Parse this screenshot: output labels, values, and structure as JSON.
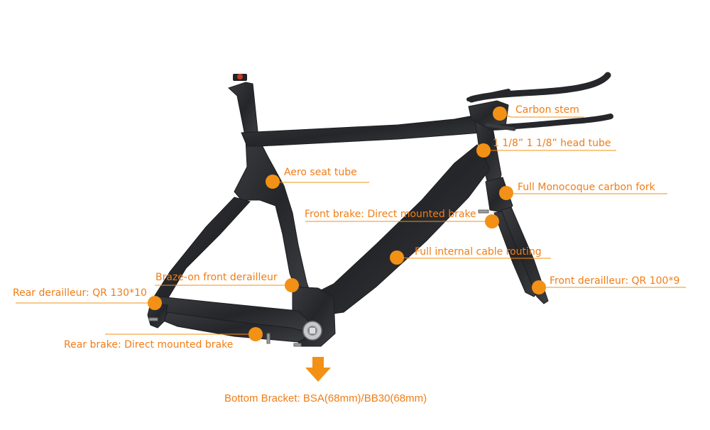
{
  "accent_color": "#f29116",
  "label_color": "#f07d16",
  "frame_color": "#2c2d30",
  "callouts": {
    "carbon_stem": "Carbon stem",
    "head_tube": "1 1/8” 1 1/8” head tube",
    "aero_seat_tube": "Aero seat tube",
    "carbon_fork": "Full Monocoque carbon fork",
    "front_brake": "Front brake: Direct mounted brake",
    "cable_routing": "Full internal cable routing",
    "front_derailleur_mount": "Braze-on front derailleur",
    "rear_derailleur": "Rear derailleur: QR 130*10",
    "front_derailleur_qr": "Front derailleur: QR 100*9",
    "rear_brake": "Rear brake: Direct mounted brake"
  },
  "bottom_bracket": {
    "label": "Bottom Bracket: BSA(68mm)/BB30(68mm)",
    "arrow_icon": "arrow-down-icon"
  }
}
